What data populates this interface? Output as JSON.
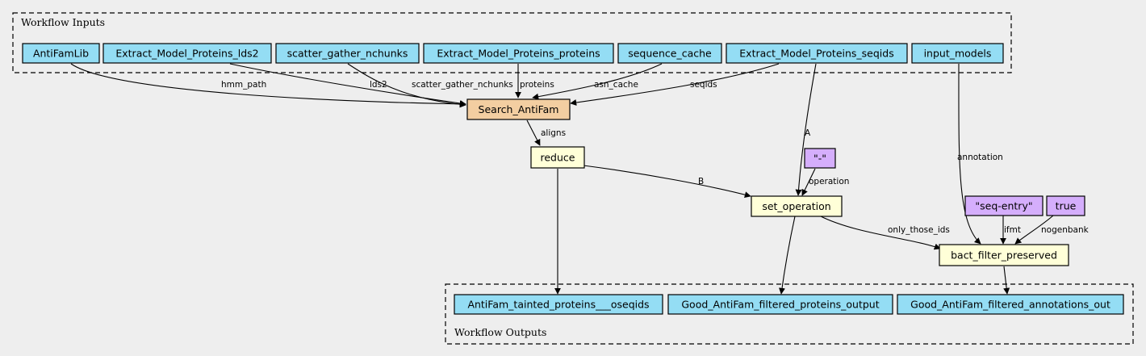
{
  "clusters": {
    "inputs": "Workflow Inputs",
    "outputs": "Workflow Outputs"
  },
  "colors": {
    "input_fill": "#94ddf4",
    "step_fill": "#ffffd8",
    "search_fill": "#f3cea1",
    "constant_fill": "#d5aefc",
    "background": "#eeeeee"
  },
  "nodes": {
    "antifamlib": "AntiFamLib",
    "lds2": "Extract_Model_Proteins_lds2",
    "scatter": "scatter_gather_nchunks",
    "proteins": "Extract_Model_Proteins_proteins",
    "sequence_cache": "sequence_cache",
    "seqids": "Extract_Model_Proteins_seqids",
    "input_models": "input_models",
    "search_antifam": "Search_AntiFam",
    "reduce": "reduce",
    "dash_const": "\"-\"",
    "set_operation": "set_operation",
    "seq_entry": "\"seq-entry\"",
    "true_const": "true",
    "bact_filter": "bact_filter_preserved",
    "out_tainted": "AntiFam_tainted_proteins___oseqids",
    "out_good_proteins": "Good_AntiFam_filtered_proteins_output",
    "out_good_annotations": "Good_AntiFam_filtered_annotations_out"
  },
  "edges": {
    "hmm_path": "hmm_path",
    "lds2": "lds2",
    "scatter_gather_nchunks": "scatter_gather_nchunks",
    "proteins": "proteins",
    "asn_cache": "asn_cache",
    "seqids": "seqids",
    "aligns": "aligns",
    "A": "A",
    "B": "B",
    "operation": "operation",
    "annotation": "annotation",
    "only_those_ids": "only_those_ids",
    "ifmt": "ifmt",
    "nogenbank": "nogenbank"
  }
}
